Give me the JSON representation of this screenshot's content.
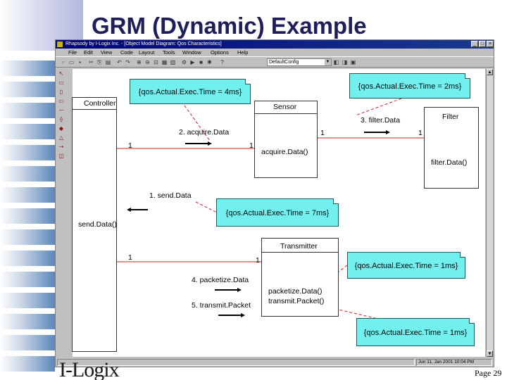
{
  "slide": {
    "title": "GRM (Dynamic) Example",
    "logo": "I-Logix",
    "page": "Page 29"
  },
  "window": {
    "title": "Rhapsody by I-Logix Inc. - [Object Model Diagram: Qos Characteristics]",
    "menu": [
      "File",
      "Edit",
      "View",
      "Code",
      "Layout",
      "Tools",
      "Window",
      "Options",
      "Help"
    ],
    "config_combo": "DefaultConfig",
    "status": {
      "time": "Jun 11, Jan 2001 10:04 PM"
    }
  },
  "diagram": {
    "classes": [
      {
        "name": "Controller",
        "operations": [
          "send.Data()"
        ]
      },
      {
        "name": "Sensor",
        "operations": [
          "acquire.Data()"
        ]
      },
      {
        "name": "Filter",
        "operations": [
          "filter.Data()"
        ]
      },
      {
        "name": "Transmitter",
        "operations": [
          "packetize.Data()",
          "transmit.Packet()"
        ]
      }
    ],
    "notes": [
      "{qos.Actual.Exec.Time = 4ms}",
      "{qos.Actual.Exec.Time = 2ms}",
      "{qos.Actual.Exec.Time = 7ms}",
      "{qos.Actual.Exec.Time = 1ms}",
      "{qos.Actual.Exec.Time = 1ms}"
    ],
    "messages": [
      "1. send.Data",
      "2. acquire.Data",
      "3. filter.Data",
      "4. packetize.Data",
      "5. transmit.Packet"
    ],
    "multiplicity": "1"
  }
}
